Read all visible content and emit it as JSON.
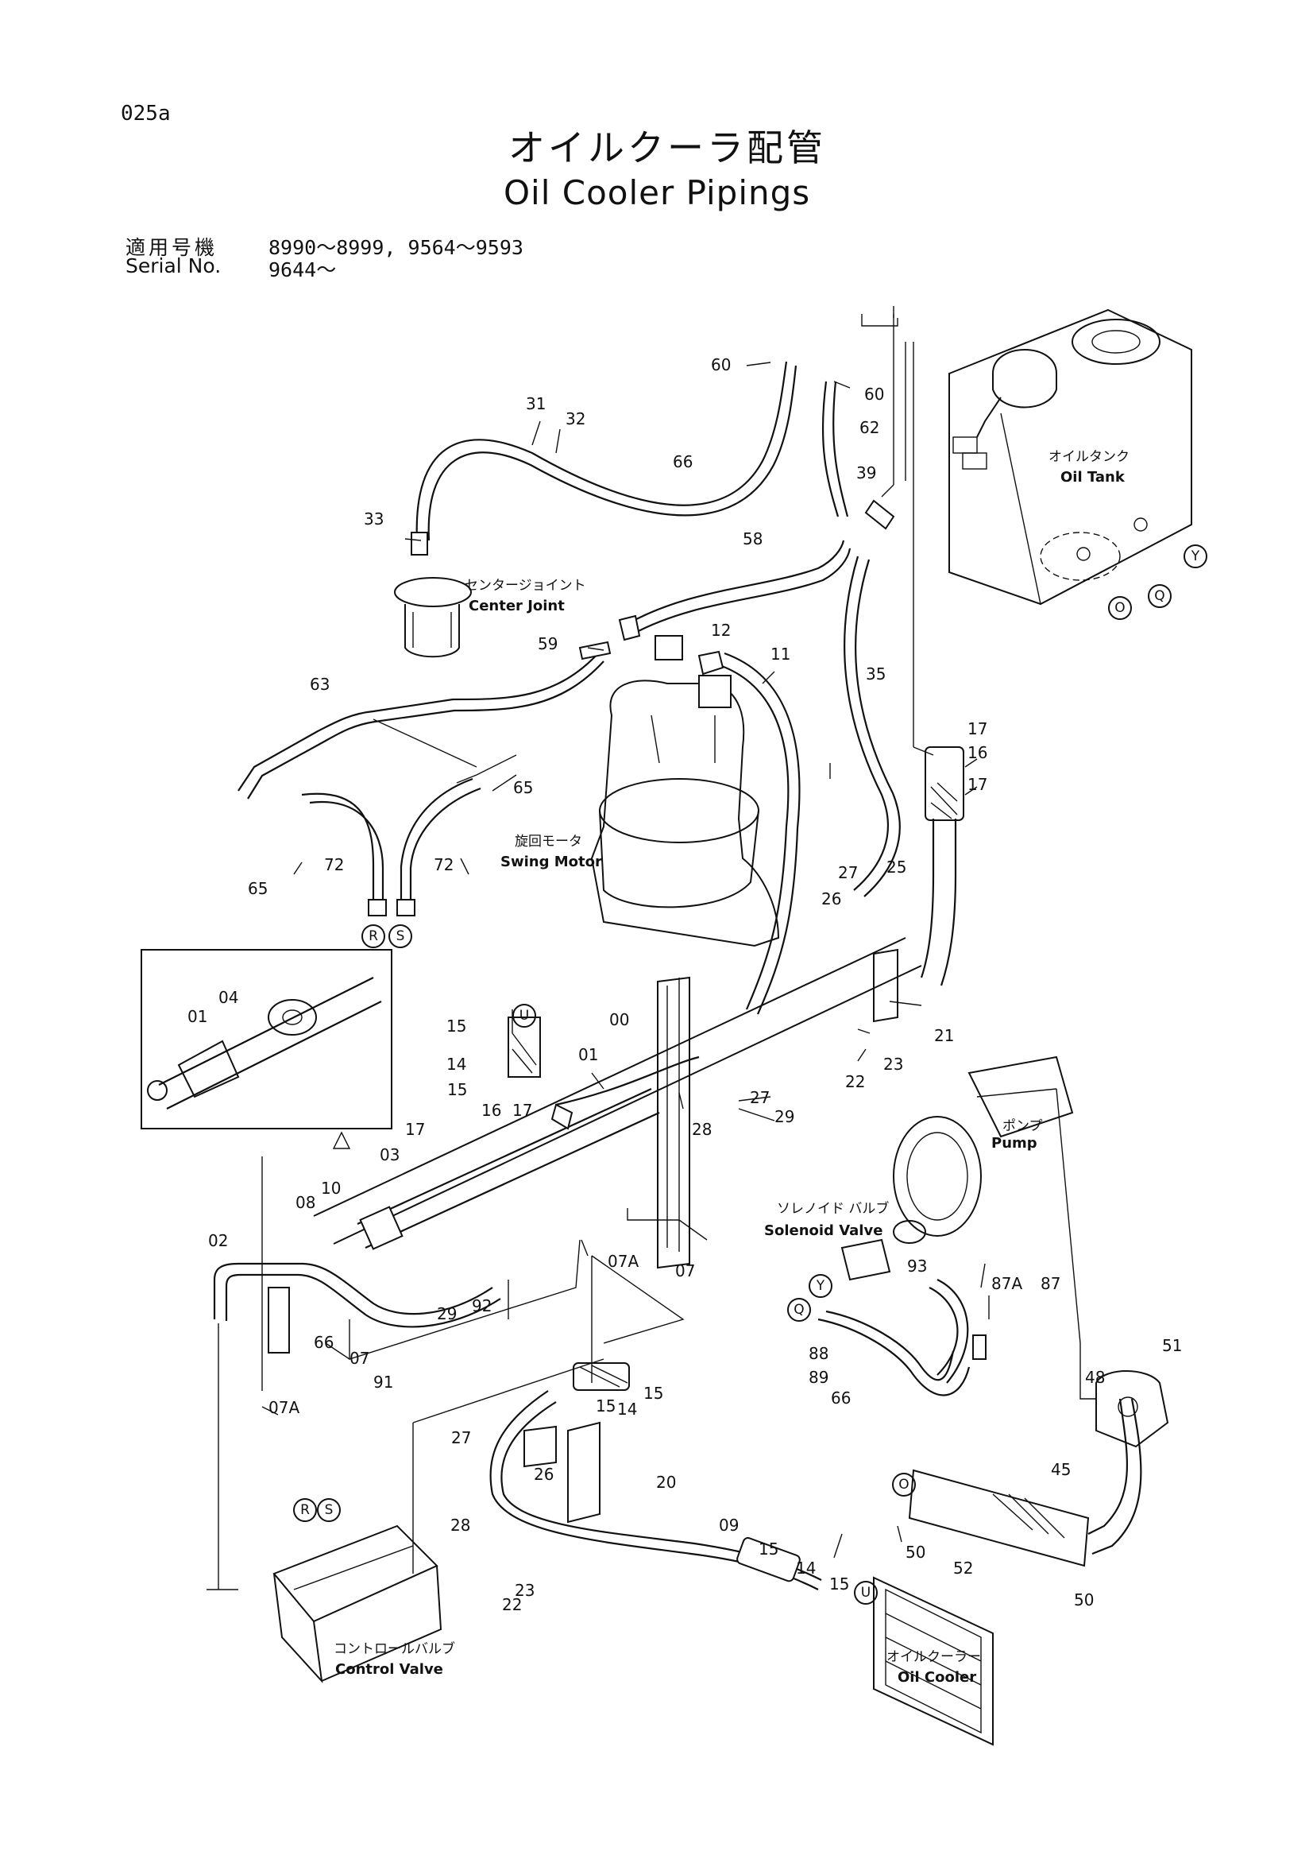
{
  "header": {
    "page_code": "025a",
    "title_jp": "オイルクーラ配管",
    "title_en": "Oil Cooler Pipings",
    "serial_label_jp": "適用号機",
    "serial_range_line1": "8990～8999, 9564～9593",
    "serial_label_en": "Serial No.",
    "serial_range_line2": "9644～"
  },
  "components": {
    "center_joint_jp": "センタージョイント",
    "center_joint_en": "Center Joint",
    "oil_tank_jp": "オイルタンク",
    "oil_tank_en": "Oil Tank",
    "swing_motor_jp": "旋回モータ",
    "swing_motor_en": "Swing Motor",
    "pump_jp": "ポンプ",
    "pump_en": "Pump",
    "solenoid_valve_jp": "ソレノイド バルブ",
    "solenoid_valve_en": "Solenoid Valve",
    "control_valve_jp": "コントロールバルブ",
    "control_valve_en": "Control Valve",
    "oil_cooler_jp": "オイルクーラー",
    "oil_cooler_en": "Oil Cooler"
  },
  "connection_markers": [
    "Y",
    "Q",
    "O",
    "R",
    "S",
    "U"
  ],
  "part_numbers": [
    "00",
    "01",
    "02",
    "03",
    "04",
    "07",
    "07A",
    "08",
    "09",
    "10",
    "11",
    "12",
    "14",
    "15",
    "16",
    "17",
    "20",
    "21",
    "22",
    "23",
    "25",
    "26",
    "27",
    "28",
    "29",
    "31",
    "32",
    "33",
    "35",
    "39",
    "45",
    "48",
    "50",
    "51",
    "52",
    "58",
    "59",
    "60",
    "62",
    "63",
    "65",
    "66",
    "72",
    "87",
    "87A",
    "88",
    "89",
    "91",
    "92",
    "93"
  ]
}
